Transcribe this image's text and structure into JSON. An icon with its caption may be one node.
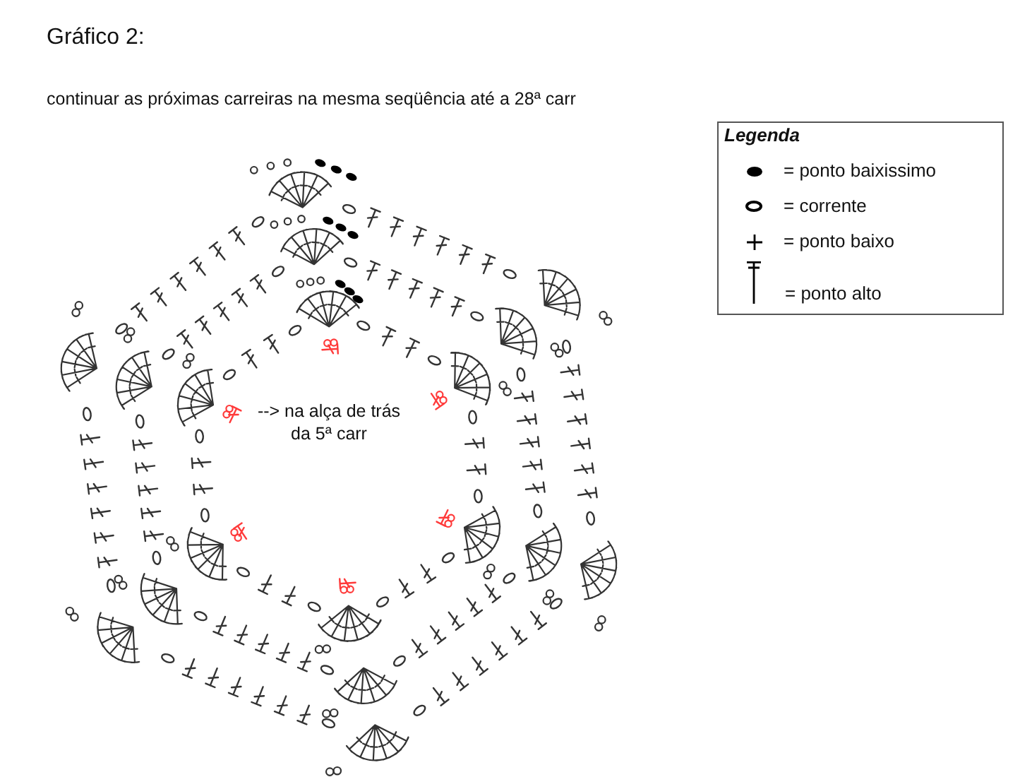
{
  "diagram": {
    "title": "Gráfico 2:",
    "labels": [
      "continuar as próximas carreiras na mesma seqüência até a 28ª carr",
      "Legenda",
      "--> na alça de trás da 5ª carr"
    ],
    "legend": [
      {
        "text": "= ponto baixissimo"
      },
      {
        "text": "= corrente"
      },
      {
        "text": "= ponto baixo"
      },
      {
        "text": "= ponto alto"
      }
    ]
  }
}
